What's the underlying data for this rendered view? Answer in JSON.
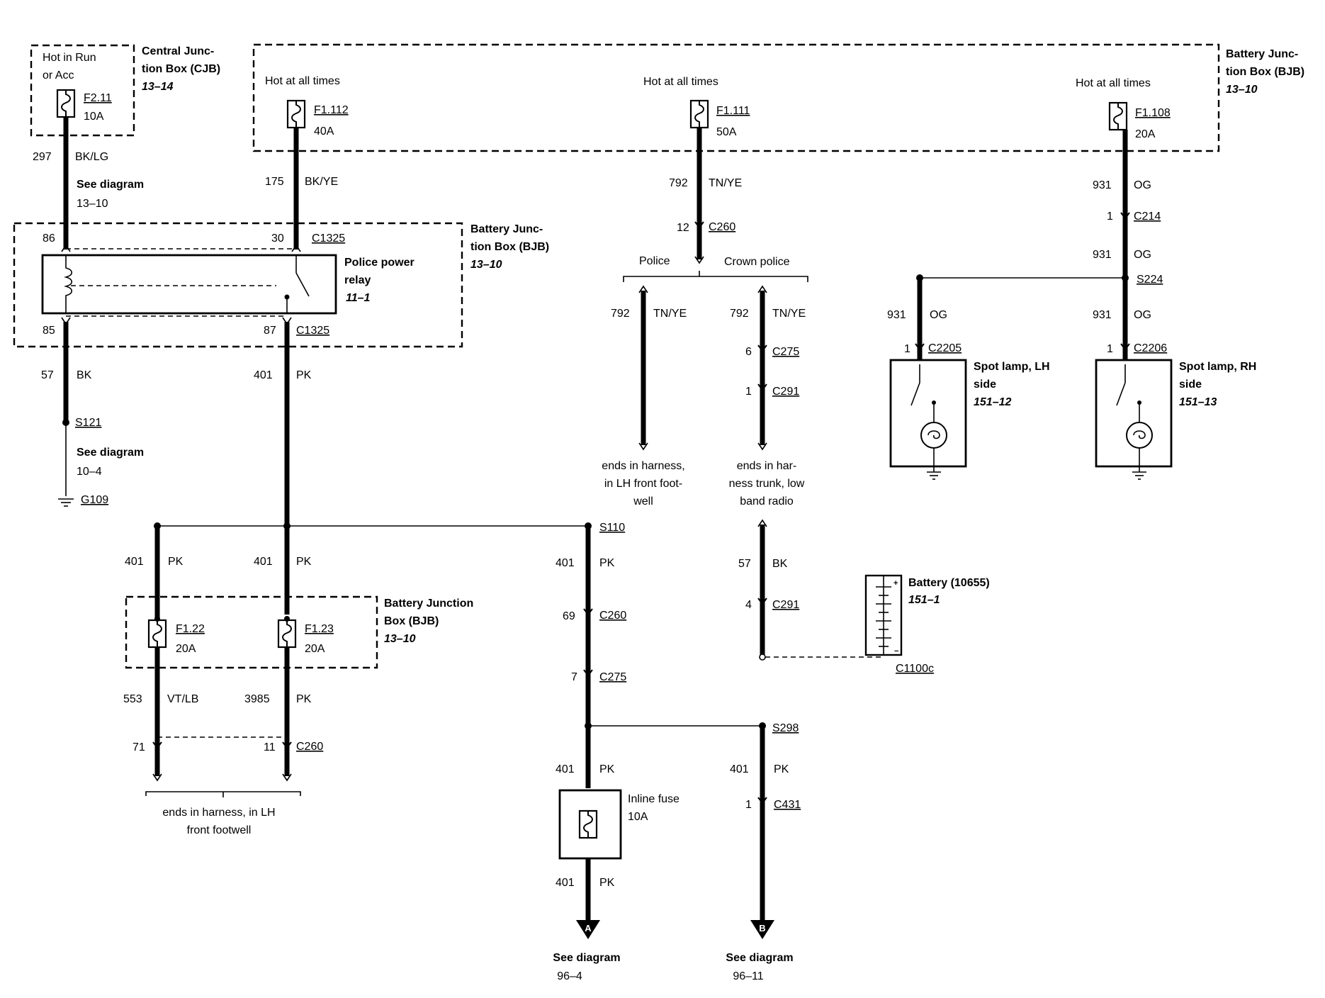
{
  "cjb": {
    "hot": [
      "Hot in Run",
      "or Acc"
    ],
    "name": [
      "Central Junc-",
      "tion Box (CJB)"
    ],
    "ref": "13–14",
    "fuse": "F2.11",
    "amp": "10A"
  },
  "bjb_top": {
    "name": [
      "Battery Junc-",
      "tion Box (BJB)"
    ],
    "ref": "13–10",
    "hot": "Hot at all times",
    "f1": {
      "id": "F1.112",
      "amp": "40A"
    },
    "f2": {
      "id": "F1.111",
      "amp": "50A"
    },
    "f3": {
      "id": "F1.108",
      "amp": "20A"
    }
  },
  "w297": {
    "num": "297",
    "color": "BK/LG",
    "see": "See diagram",
    "ref": "13–10"
  },
  "w175": {
    "num": "175",
    "color": "BK/YE"
  },
  "relay_box": {
    "name": [
      "Battery Junc-",
      "tion Box (BJB)"
    ],
    "ref": "13–10",
    "relay": [
      "Police power",
      "relay"
    ],
    "relay_ref": "11–1",
    "p86": "86",
    "p30": "30",
    "p85": "85",
    "p87": "87",
    "conn": "C1325"
  },
  "w57": {
    "num": "57",
    "color": "BK",
    "splice": "S121",
    "see": "See diagram",
    "ref": "10–4",
    "ground": "G109"
  },
  "w401": {
    "num": "401",
    "color": "PK"
  },
  "mid": {
    "w792": "792",
    "tnye": "TN/YE",
    "pin12": "12",
    "c260": "C260",
    "police": "Police",
    "crown": "Crown police",
    "pin6": "6",
    "c275": "C275",
    "pin1": "1",
    "c291": "C291",
    "end_l": [
      "ends in harness,",
      "in LH front foot-",
      "well"
    ],
    "end_r": [
      "ends in har-",
      "ness trunk, low",
      "band radio"
    ],
    "w57": "57",
    "bk": "BK",
    "pin4": "4",
    "c291b": "C291"
  },
  "battery": {
    "name": "Battery (10655)",
    "ref": "151–1",
    "conn": "C1100c"
  },
  "right": {
    "w931": "931",
    "og": "OG",
    "pin1": "1",
    "c214": "C214",
    "s224": "S224",
    "c2205": "C2205",
    "c2206": "C2206",
    "lh": [
      "Spot lamp, LH",
      "side"
    ],
    "lh_ref": "151–12",
    "rh": [
      "Spot lamp, RH",
      "side"
    ],
    "rh_ref": "151–13"
  },
  "bjb_low": {
    "name": [
      "Battery Junction",
      "Box (BJB)"
    ],
    "ref": "13–10",
    "f1": "F1.22",
    "a1": "20A",
    "f2": "F1.23",
    "a2": "20A",
    "w553": "553",
    "vtlb": "VT/LB",
    "w3985": "3985",
    "pk": "PK",
    "pin71": "71",
    "pin11": "11",
    "c260": "C260",
    "end": [
      "ends in harness, in LH",
      "front footwell"
    ]
  },
  "s110": {
    "splice": "S110",
    "w401": "401",
    "pk": "PK",
    "pin69": "69",
    "c260": "C260",
    "pin7": "7",
    "c275": "C275"
  },
  "s298": {
    "splice": "S298",
    "w401": "401",
    "pk": "PK",
    "pin1": "1",
    "c431": "C431"
  },
  "inline": {
    "name": "Inline fuse",
    "amp": "10A"
  },
  "ends": {
    "a": "A",
    "b": "B",
    "see": "See diagram",
    "ref_a": "96–4",
    "ref_b": "96–11"
  }
}
